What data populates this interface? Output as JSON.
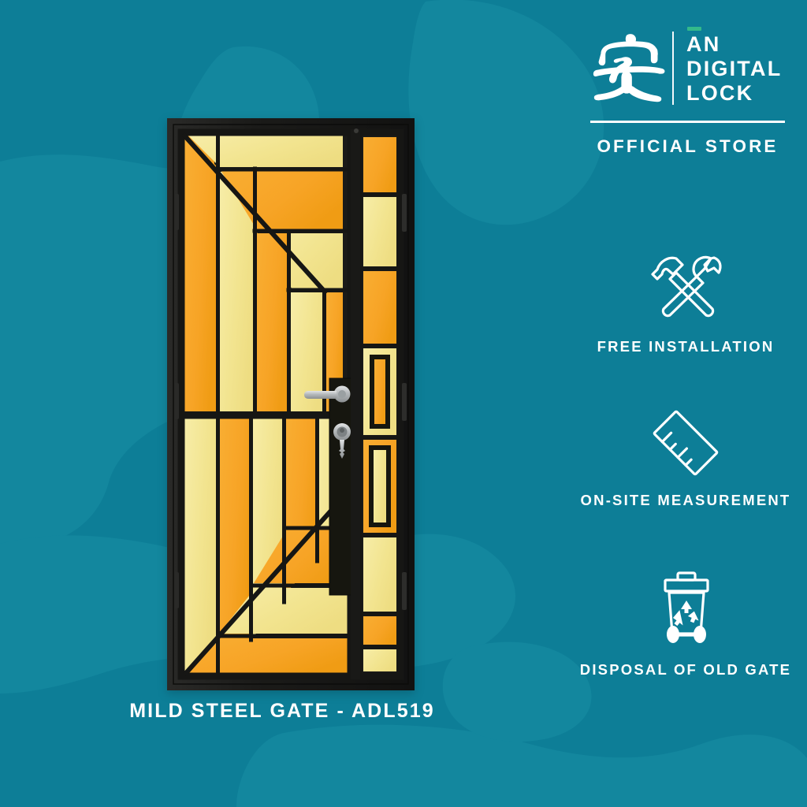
{
  "theme": {
    "background_teal": "#0d7e97",
    "blob_teal": "#13879e",
    "brand_white": "#ffffff",
    "accent_green": "#33b98a",
    "gate_frame_black": "#1c1c1c",
    "gate_orange": "#f7a82b",
    "gate_orange_deep": "#f59d16",
    "gate_yellow": "#f3e795",
    "gate_yellow_light": "#f6edaa",
    "handle_silver": "#b9bcbe"
  },
  "brand": {
    "logo_icon": "chinese-character-an-logo",
    "name_line1": "ĀN",
    "name_line1_plain": "AN",
    "name_line2": "DIGITAL",
    "name_line3": "LOCK",
    "macron_accent_color": "#33b98a",
    "badge": "OFFICIAL STORE"
  },
  "features": [
    {
      "icon": "hammer-wrench-icon",
      "label": "FREE INSTALLATION"
    },
    {
      "icon": "ruler-icon",
      "label": "ON-SITE MEASUREMENT"
    },
    {
      "icon": "recycle-bin-icon",
      "label": "DISPOSAL OF OLD GATE"
    }
  ],
  "product": {
    "title": "MILD STEEL GATE - ADL519",
    "image_alt": "mild-steel-gate-front-view",
    "hardware": {
      "handle": "lever-door-handle",
      "lock": "key-cylinder-lock"
    }
  }
}
